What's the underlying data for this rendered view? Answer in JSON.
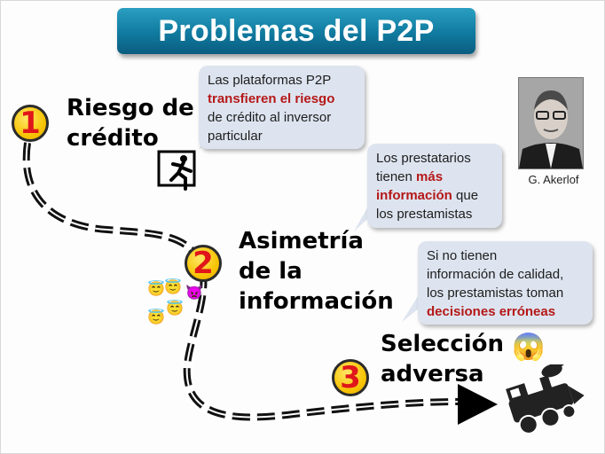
{
  "title": "Problemas del P2P",
  "steps": [
    {
      "number": "1",
      "label_line1": "Riesgo de",
      "label_line2": "crédito"
    },
    {
      "number": "2",
      "label_line1": "Asimetría",
      "label_line2": "de la",
      "label_line3": "información"
    },
    {
      "number": "3",
      "label_line1": "Selección",
      "label_line2": "adversa"
    }
  ],
  "bubbles": {
    "b1": {
      "l1": "Las plataformas P2P",
      "l2": "transfieren el riesgo",
      "l3": "de crédito al inversor",
      "l4": "particular"
    },
    "b2": {
      "l1": "Los prestatarios",
      "l2a": "tienen ",
      "l2b": "más",
      "l3a": "información",
      "l3b": " que",
      "l4": "los prestamistas"
    },
    "b3": {
      "l1": "Si no tienen",
      "l2": "información de calidad,",
      "l3": "los prestamistas toman",
      "l4": "decisiones erróneas"
    }
  },
  "photo_caption": "G. Akerlof",
  "icons": [
    "exit-door-icon",
    "angel-face-icon",
    "devil-face-icon",
    "scream-face-icon",
    "train-icon",
    "arrow-head-icon"
  ]
}
